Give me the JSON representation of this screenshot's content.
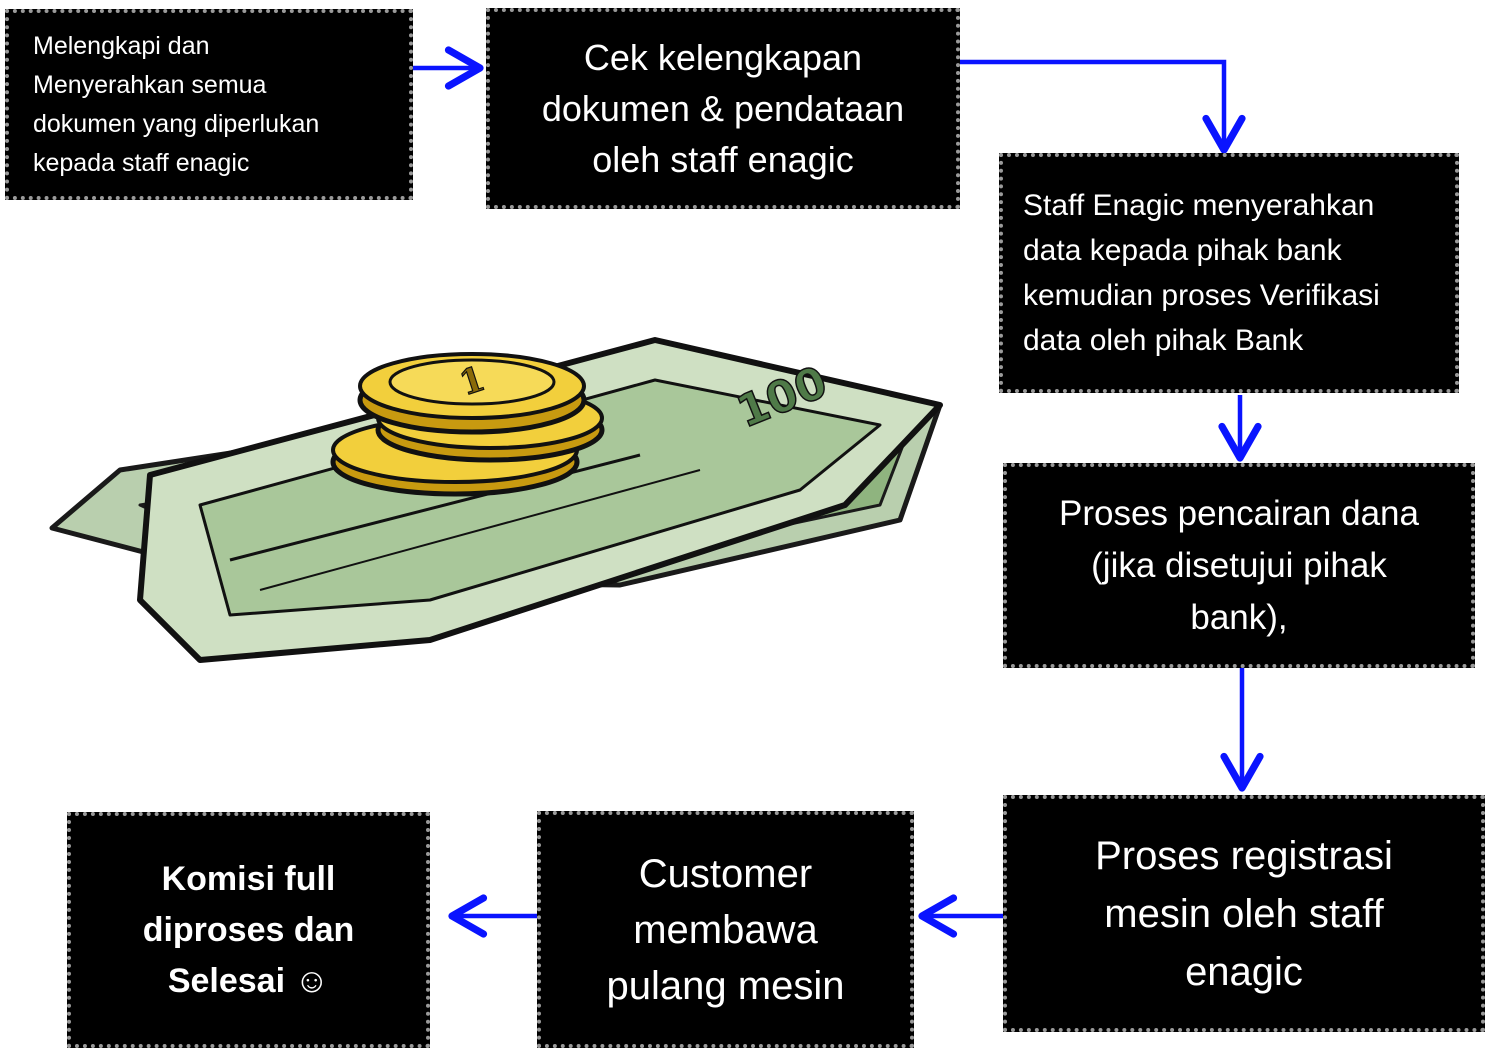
{
  "steps": [
    {
      "id": "step1",
      "text": "Melengkapi dan\nMenyerahkan semua\ndokumen yang diperlukan\nkepada staff enagic"
    },
    {
      "id": "step2",
      "text": "Cek kelengkapan\ndokumen & pendataan\noleh   staff enagic"
    },
    {
      "id": "step3",
      "text": "Staff Enagic menyerahkan\ndata kepada pihak bank\nkemudian proses Verifikasi\ndata oleh pihak Bank"
    },
    {
      "id": "step4",
      "text": "Proses pencairan dana\n(jika disetujui pihak\nbank),"
    },
    {
      "id": "step5",
      "text": "Proses registrasi\nmesin oleh staff\nenagic"
    },
    {
      "id": "step6",
      "text": "Customer\nmembawa\npulang mesin"
    },
    {
      "id": "step7",
      "text": "Komisi full\ndiproses dan\nSelesai ☺"
    }
  ],
  "illustration": {
    "bill_label": "100",
    "coin_label": "1"
  },
  "colors": {
    "box_bg": "#000000",
    "box_text": "#ffffff",
    "box_border": "#9a9a9a",
    "arrow": "#0a14ff"
  }
}
